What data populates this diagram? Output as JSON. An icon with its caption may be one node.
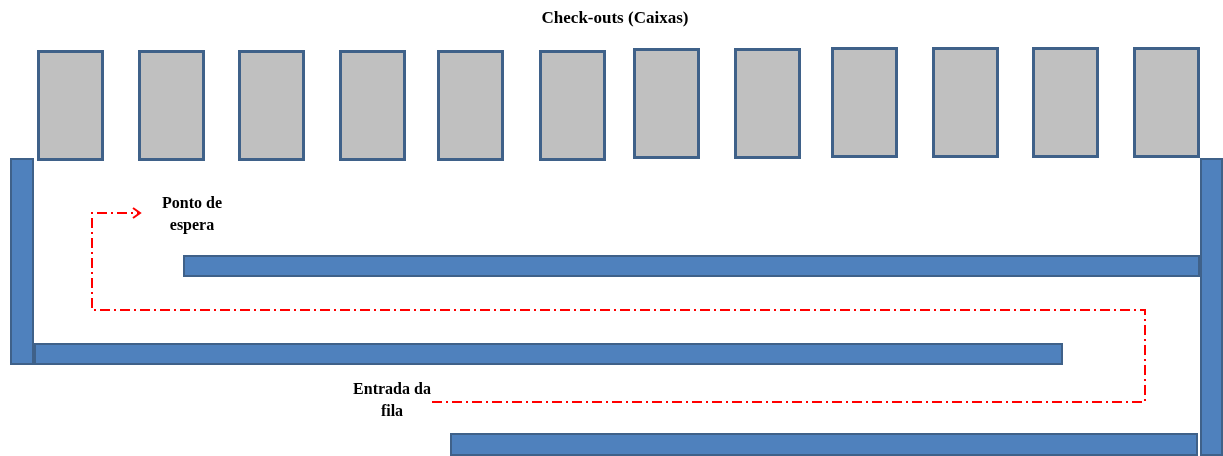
{
  "diagram": {
    "title": "Check-outs (Caixas)",
    "nodes": [
      {
        "text": [],
        "shape": "box"
      },
      {
        "text": [],
        "shape": "box"
      },
      {
        "text": [],
        "shape": "box"
      },
      {
        "text": [],
        "shape": "box"
      },
      {
        "text": [],
        "shape": "box"
      },
      {
        "text": [],
        "shape": "box"
      },
      {
        "text": [],
        "shape": "box"
      },
      {
        "text": [],
        "shape": "box"
      },
      {
        "text": [],
        "shape": "box"
      },
      {
        "text": [],
        "shape": "box"
      },
      {
        "text": [],
        "shape": "box"
      },
      {
        "text": [],
        "shape": "box"
      },
      {
        "text": [
          "Ponto de espera"
        ]
      },
      {
        "text": [
          "Entrada da fila"
        ]
      },
      {
        "text": [],
        "shape": "bar"
      },
      {
        "text": [],
        "shape": "bar"
      },
      {
        "text": [],
        "shape": "bar"
      },
      {
        "text": [],
        "shape": "bar"
      },
      {
        "text": [],
        "shape": "bar"
      }
    ],
    "edges": [
      {
        "from": 13,
        "to": 12,
        "arrow": "to",
        "style": "dashed",
        "color": "#ff0000"
      }
    ]
  }
}
